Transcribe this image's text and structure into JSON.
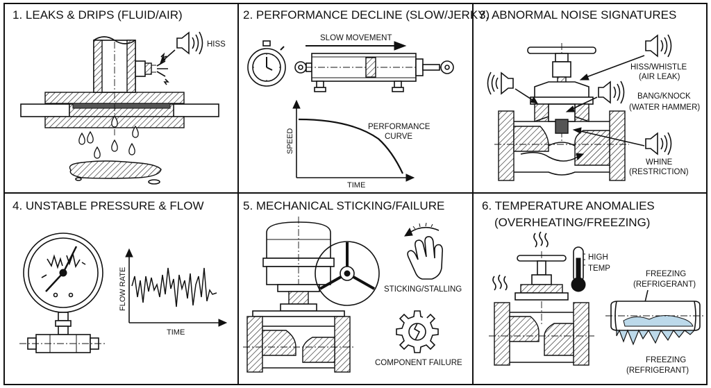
{
  "panels": [
    {
      "title": "1. LEAKS & DRIPS (FLUID/AIR)",
      "labels": {
        "hiss": "HISS"
      }
    },
    {
      "title": "2. PERFORMANCE DECLINE (SLOW/JERKY)",
      "labels": {
        "slow_movement": "SLOW MOVEMENT",
        "curve_line1": "PERFORMANCE",
        "curve_line2": "CURVE",
        "y_axis": "SPEED",
        "x_axis": "TIME"
      }
    },
    {
      "title": "3. ABNORMAL NOISE SIGNATURES",
      "labels": {
        "hiss_l1": "HISS/WHISTLE",
        "hiss_l2": "(AIR LEAK)",
        "bang_l1": "BANG/KNOCK",
        "bang_l2": "(WATER HAMMER)",
        "whine_l1": "WHINE",
        "whine_l2": "(RESTRICTION)"
      }
    },
    {
      "title": "4. UNSTABLE PRESSURE & FLOW",
      "labels": {
        "y_axis": "FLOW RATE",
        "x_axis": "TIME"
      }
    },
    {
      "title": "5. MECHANICAL STICKING/FAILURE",
      "labels": {
        "sticking": "STICKING/STALLING",
        "failure": "COMPONENT FAILURE"
      }
    },
    {
      "title_line1": "6. TEMPERATURE ANOMALIES",
      "title_line2": "(OVERHEATING/FREEZING)",
      "labels": {
        "high_l1": "HIGH",
        "high_l2": "TEMP",
        "freeze_top_l1": "FREEZING",
        "freeze_top_l2": "(REFRIGERANT)",
        "freeze_bot_l1": "FREEZING",
        "freeze_bot_l2": "(REFRIGERANT)"
      }
    }
  ],
  "icons": [
    "speaker-icon",
    "stopwatch-icon",
    "thermometer-icon",
    "hand-icon",
    "broken-gear-icon",
    "handwheel-icon"
  ],
  "colors": {
    "line": "#111111",
    "ice": "#bcd9ea",
    "background": "#ffffff"
  }
}
